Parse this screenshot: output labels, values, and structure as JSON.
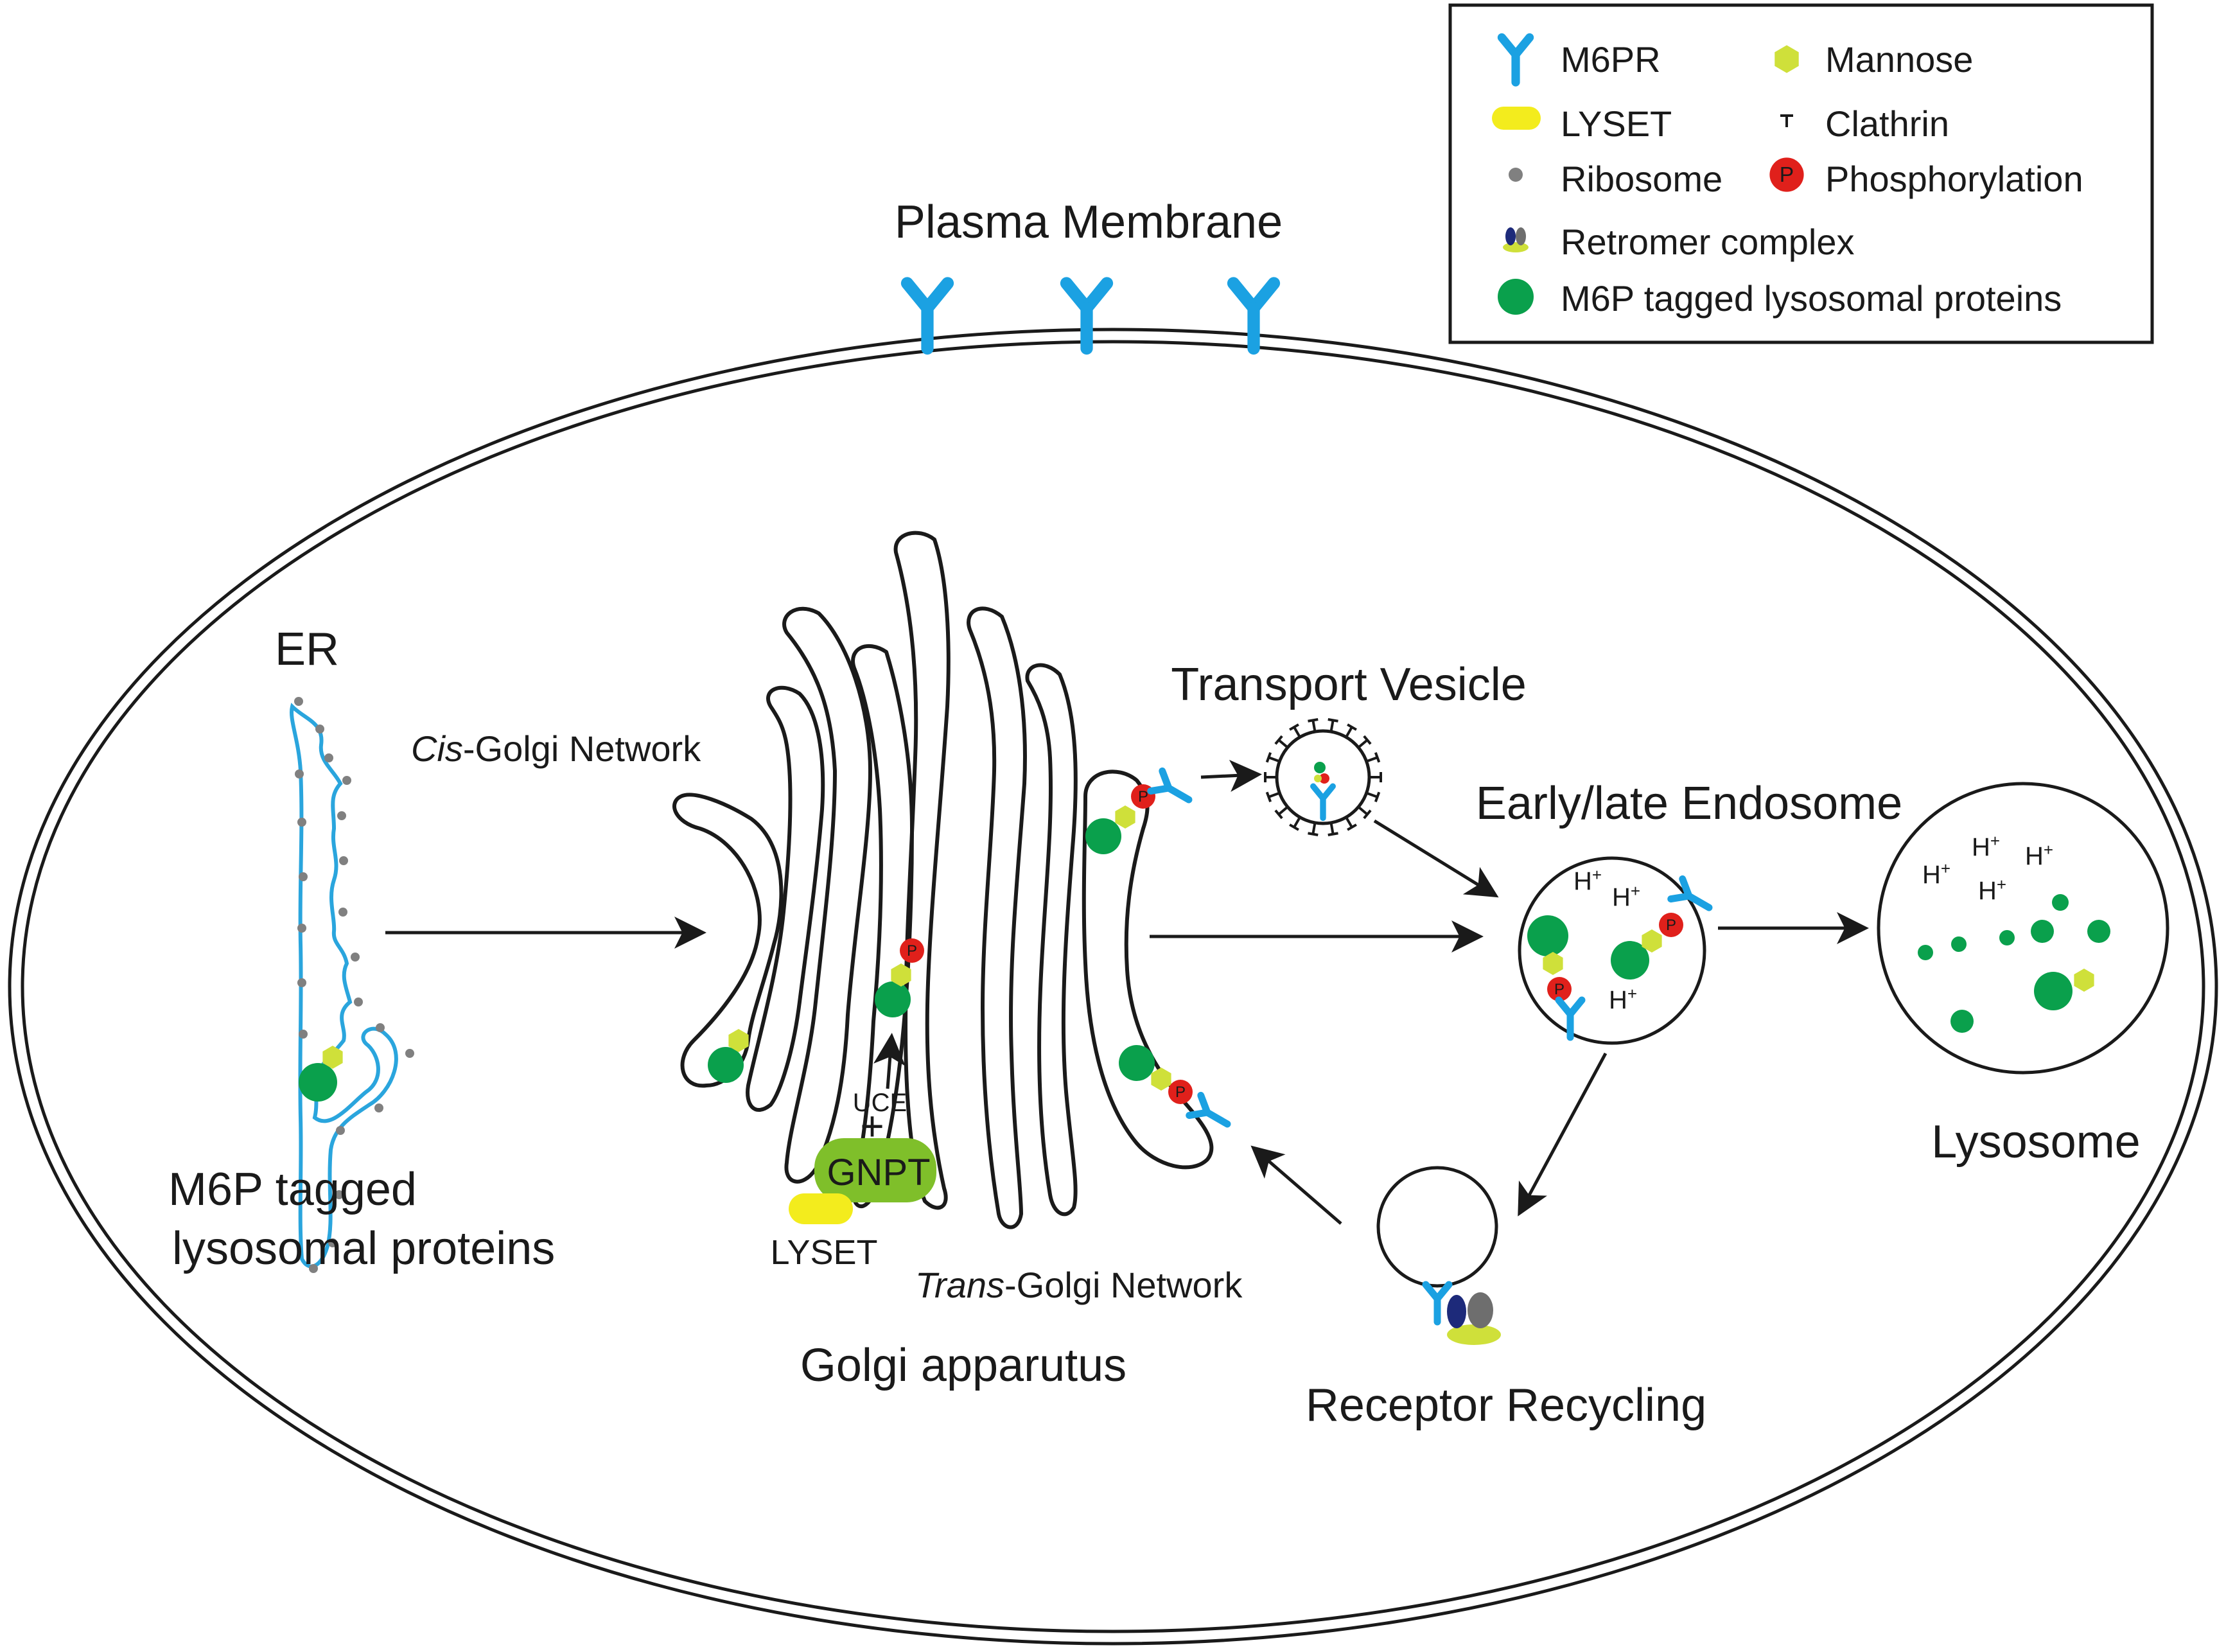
{
  "legend": {
    "m6pr": "M6PR",
    "mannose": "Mannose",
    "lyset": "LYSET",
    "clathrin": "Clathrin",
    "ribosome": "Ribosome",
    "phosphorylation": "Phosphorylation",
    "retromer": "Retromer complex",
    "m6p_proteins": "M6P tagged lysosomal proteins"
  },
  "labels": {
    "plasma_membrane": "Plasma Membrane",
    "er": "ER",
    "er_caption_line1": "M6P tagged",
    "er_caption_line2": "lysosomal proteins",
    "cis_golgi_italic": "Cis",
    "cis_golgi_rest": "-Golgi Network",
    "trans_golgi_italic": "Trans",
    "trans_golgi_rest": "-Golgi Network",
    "golgi": "Golgi apparutus",
    "uce": "UCE",
    "plus": "+",
    "gnpt": "GNPT",
    "lyset": "LYSET",
    "phospho_letter": "P",
    "transport_vesicle": "Transport Vesicle",
    "endosome": "Early/late Endosome",
    "lysosome": "Lysosome",
    "receptor_recycling": "Receptor Recycling",
    "proton": "H",
    "proton_charge": "+"
  },
  "colors": {
    "m6pr": "#1ba1e2",
    "mannose": "#cfe03a",
    "lyset": "#f3ec1d",
    "protein": "#0aa04c",
    "phospho": "#e0201b",
    "ribosome": "#808080",
    "gnpt": "#7fbf2a",
    "retromer_dark": "#1d2a7a",
    "retromer_gray": "#6e6e6e",
    "membrane": "#1a1a1a",
    "er_membrane": "#2aa5dd"
  }
}
